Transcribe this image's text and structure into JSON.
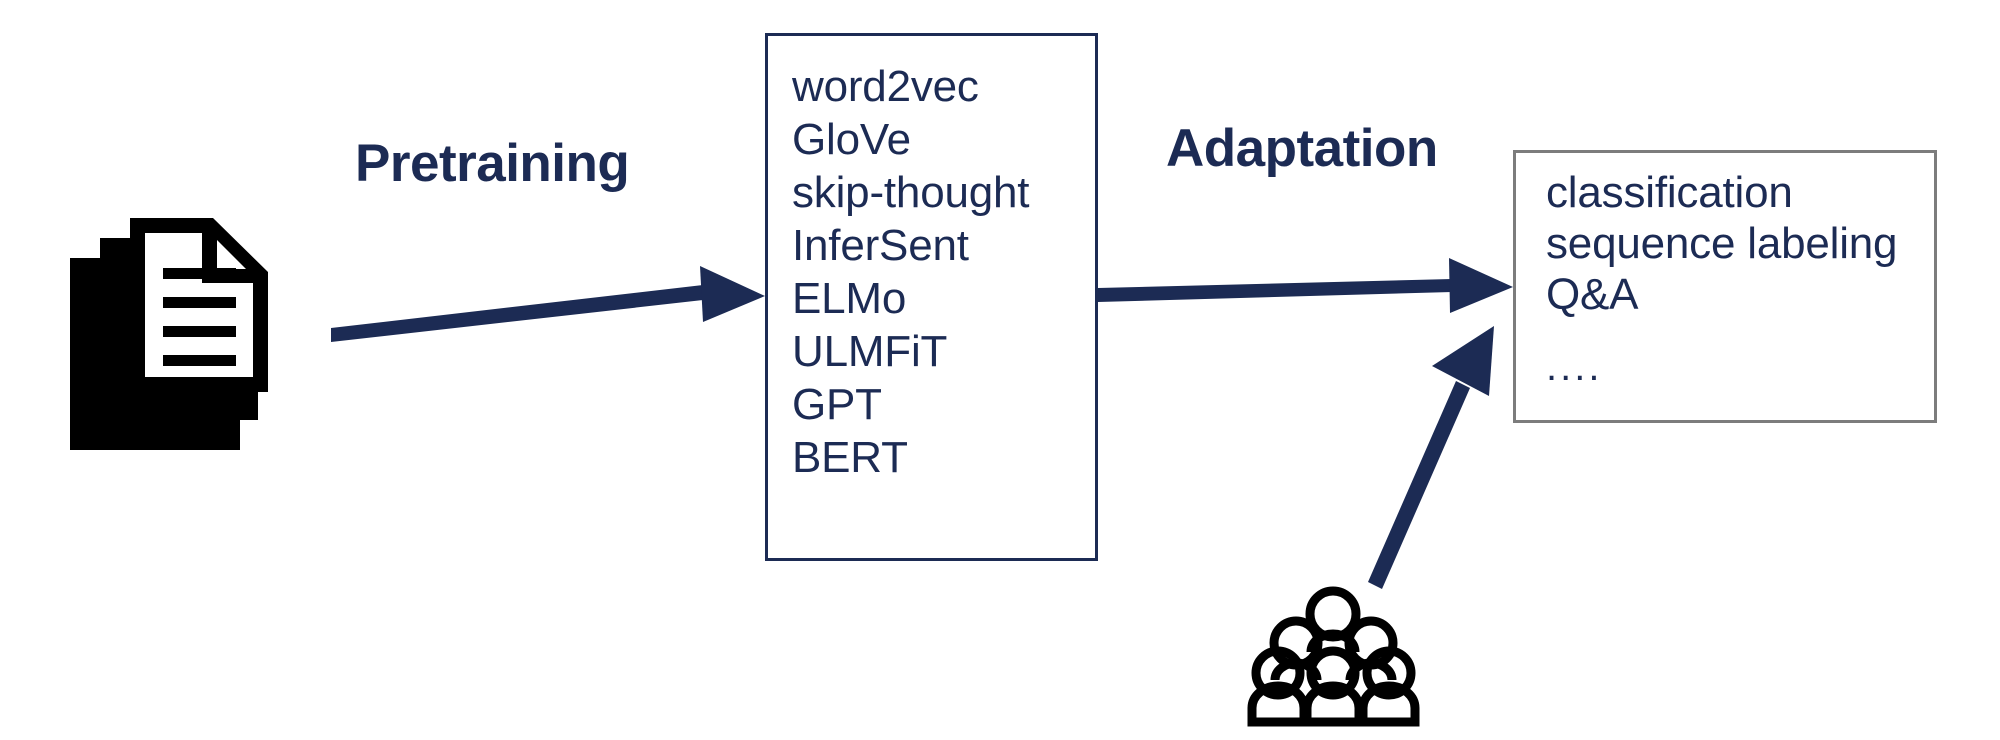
{
  "diagram": {
    "title": "NLP pretraining and adaptation pipeline",
    "colors": {
      "navy": "#1c2b54",
      "gray_border": "#7c7c7c",
      "icon_black": "#000000",
      "background": "#ffffff"
    },
    "stages": {
      "pretraining_label": "Pretraining",
      "adaptation_label": "Adaptation"
    },
    "corpus_icon": {
      "name": "documents-icon",
      "description": "stack of three documents with text lines"
    },
    "people_icon": {
      "name": "people-group-icon",
      "description": "group of six person silhouettes"
    },
    "pretrained_models": {
      "box_name": "pretrained-models-box",
      "items": [
        "word2vec",
        "GloVe",
        "skip-thought",
        "InferSent",
        "ELMo",
        "ULMFiT",
        "GPT",
        "BERT"
      ]
    },
    "downstream_tasks": {
      "box_name": "downstream-tasks-box",
      "items": [
        "classification",
        "sequence labeling",
        "Q&A",
        "...."
      ]
    },
    "arrows": [
      {
        "name": "corpus-to-models-arrow",
        "from": "documents-icon",
        "to": "pretrained-models-box"
      },
      {
        "name": "models-to-tasks-arrow",
        "from": "pretrained-models-box",
        "to": "downstream-tasks-box"
      },
      {
        "name": "people-to-tasks-arrow",
        "from": "people-group-icon",
        "to": "downstream-tasks-box"
      }
    ]
  }
}
